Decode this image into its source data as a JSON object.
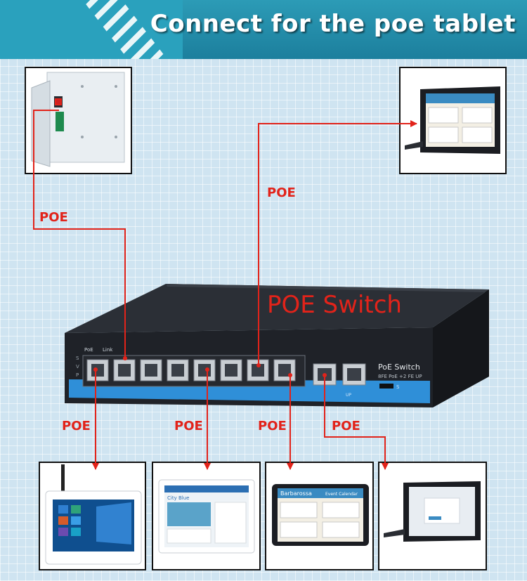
{
  "banner": {
    "title": "Connect for the poe tablet"
  },
  "switch": {
    "title": "POE Switch",
    "brand": "PoE Switch",
    "spec": "8FE PoE +2 FE UP",
    "poe_label": "PoE",
    "link_label": "Link",
    "indicators": [
      "S",
      "V",
      "P"
    ],
    "uplink_label": "UP",
    "mode_label": "S"
  },
  "connections": {
    "left_device": "POE",
    "top_right_device": "POE",
    "bottom_1": "POE",
    "bottom_2": "POE",
    "bottom_3": "POE",
    "bottom_4": "POE"
  },
  "screens": {
    "brand": "Barbarossa",
    "header": "Event Calendar",
    "cityblue": "City Blue"
  },
  "colors": {
    "banner": "#1c7f9d",
    "connector": "#e2231a",
    "switch_body": "#1f2228",
    "port_strip": "#2f8fd8"
  }
}
